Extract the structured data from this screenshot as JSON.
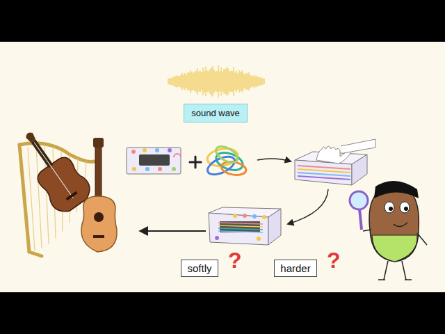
{
  "diagram": {
    "nodes": [
      {
        "text": [
          "sound wave"
        ]
      },
      {
        "text": [
          "softly"
        ]
      },
      {
        "text": [
          "harder"
        ]
      }
    ],
    "labels": [
      "?",
      "?"
    ]
  }
}
